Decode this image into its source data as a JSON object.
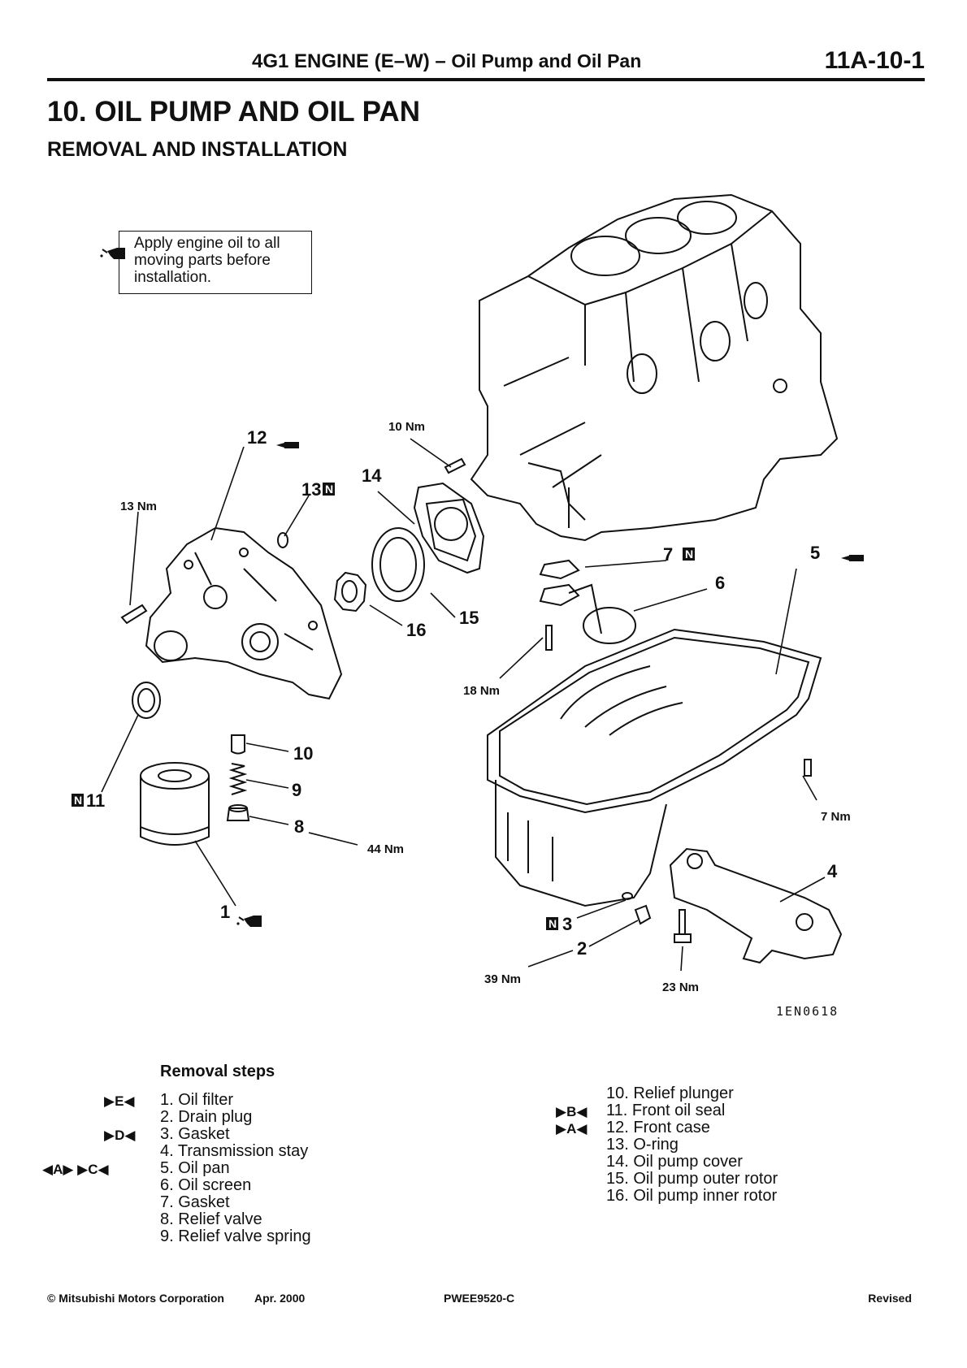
{
  "header": {
    "title_main": "4G1 ENGINE (E–W) –",
    "title_sub": "Oil Pump and Oil Pan",
    "page_number": "11A-10-1"
  },
  "section": {
    "title": "10. OIL PUMP AND OIL PAN",
    "subtitle": "REMOVAL AND INSTALLATION"
  },
  "note": {
    "icon": "oil-can-icon",
    "lines": [
      "Apply engine oil to all",
      "moving   parts   before",
      "installation."
    ]
  },
  "diagram": {
    "code": "1EN0618",
    "callouts": [
      "1",
      "2",
      "3",
      "4",
      "5",
      "6",
      "7",
      "8",
      "9",
      "10",
      "11",
      "12",
      "13",
      "14",
      "15",
      "16"
    ],
    "torques": [
      "10 Nm",
      "13 Nm",
      "18 Nm",
      "7 Nm",
      "44 Nm",
      "39 Nm",
      "23 Nm"
    ],
    "new_part_marker": "N"
  },
  "removal_steps": {
    "heading": "Removal steps",
    "left": [
      {
        "marks": "▶E◀",
        "text": "1. Oil filter"
      },
      {
        "marks": "",
        "text": "2. Drain plug"
      },
      {
        "marks": "▶D◀",
        "text": "3. Gasket"
      },
      {
        "marks": "",
        "text": "4. Transmission stay"
      },
      {
        "marks": "◀A▶  ▶C◀",
        "text": "5. Oil pan"
      },
      {
        "marks": "",
        "text": "6. Oil screen"
      },
      {
        "marks": "",
        "text": "7. Gasket"
      },
      {
        "marks": "",
        "text": "8. Relief valve"
      },
      {
        "marks": "",
        "text": "9. Relief valve spring"
      }
    ],
    "right": [
      {
        "marks": "",
        "text": "10. Relief plunger"
      },
      {
        "marks": "▶B◀",
        "text": "11. Front oil seal"
      },
      {
        "marks": "▶A◀",
        "text": "12. Front case"
      },
      {
        "marks": "",
        "text": "13. O-ring"
      },
      {
        "marks": "",
        "text": "14. Oil pump cover"
      },
      {
        "marks": "",
        "text": "15. Oil pump outer rotor"
      },
      {
        "marks": "",
        "text": "16. Oil pump inner rotor"
      }
    ]
  },
  "footer": {
    "copyright": "© Mitsubishi Motors Corporation",
    "date": "Apr. 2000",
    "doc_code": "PWEE9520-C",
    "status": "Revised"
  }
}
